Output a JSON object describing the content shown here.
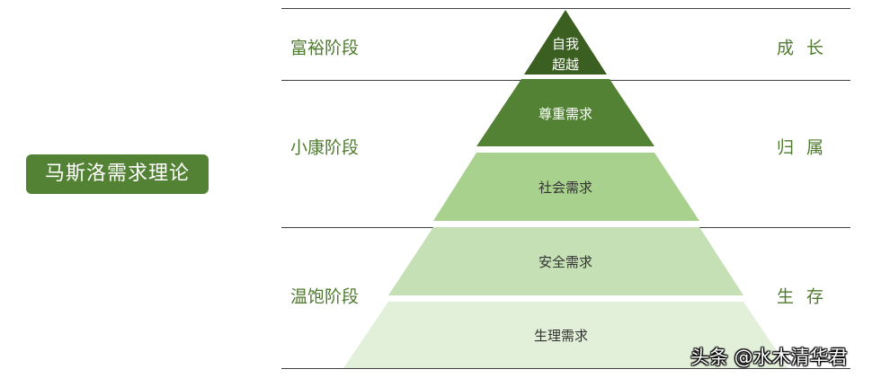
{
  "title": "马斯洛需求理论",
  "stages": [
    {
      "label": "富裕阶段"
    },
    {
      "label": "小康阶段"
    },
    {
      "label": "温饱阶段"
    }
  ],
  "needs_categories": [
    {
      "label": "成长"
    },
    {
      "label": "归属"
    },
    {
      "label": "生存"
    }
  ],
  "pyramid": [
    {
      "label_lines": [
        "自我",
        "超越"
      ],
      "fill": "#3b5e21",
      "text_color": "#ffffff"
    },
    {
      "label_lines": [
        "尊重需求"
      ],
      "fill": "#548235",
      "text_color": "#ffffff"
    },
    {
      "label_lines": [
        "社会需求"
      ],
      "fill": "#a9d18e",
      "text_color": "#333333"
    },
    {
      "label_lines": [
        "安全需求"
      ],
      "fill": "#c5e0b4",
      "text_color": "#333333"
    },
    {
      "label_lines": [
        "生理需求"
      ],
      "fill": "#e2efd9",
      "text_color": "#333333"
    }
  ],
  "watermark": "头条 @水木清华君",
  "colors": {
    "accent": "#548235",
    "stage_text": "#4e7a2e",
    "divider": "#404040"
  }
}
